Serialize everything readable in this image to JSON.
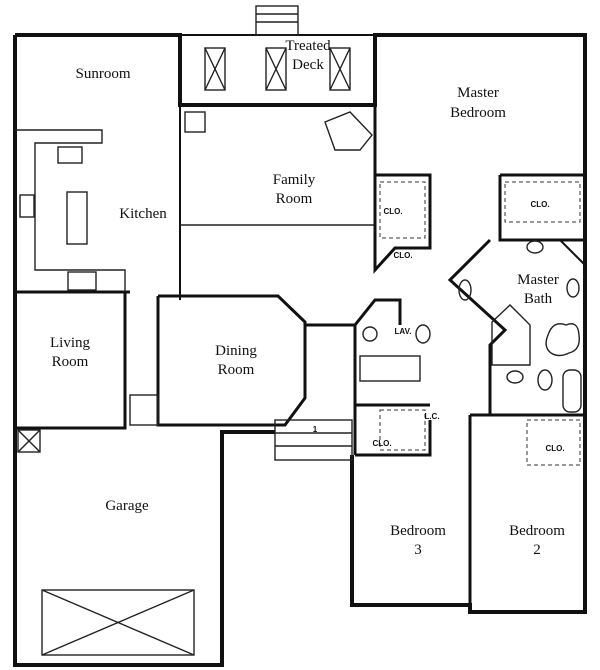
{
  "rooms": {
    "sunroom": "Sunroom",
    "deck_1": "Treated",
    "deck_2": "Deck",
    "master_bedroom_1": "Master",
    "master_bedroom_2": "Bedroom",
    "family_1": "Family",
    "family_2": "Room",
    "kitchen": "Kitchen",
    "living_1": "Living",
    "living_2": "Room",
    "dining_1": "Dining",
    "dining_2": "Room",
    "master_bath_1": "Master",
    "master_bath_2": "Bath",
    "garage": "Garage",
    "bedroom3_1": "Bedroom",
    "bedroom3_2": "3",
    "bedroom2_1": "Bedroom",
    "bedroom2_2": "2"
  },
  "small_labels": {
    "closet": "CLO.",
    "lav": "LAV.",
    "linen": "L.C.",
    "step": "1"
  }
}
